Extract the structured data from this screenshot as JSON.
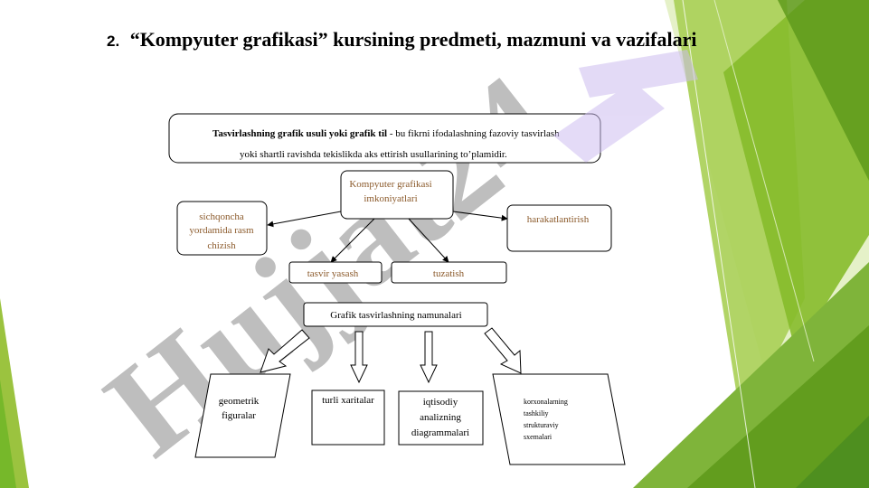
{
  "slide": {
    "title_number": "2.",
    "title_text": "“Kompyuter grafikasi” kursining predmeti, mazmuni va vazifalari"
  },
  "definition": {
    "bold": "Tasvirlashning grafik usuli yoki grafik til",
    "rest": " - bu fikrni ifodalashning fazoviy tasvirlash",
    "line2": "yoki shartli ravishda tekislikda aks ettirish usullarining to’plamidir."
  },
  "capabilities": {
    "title_line1": "Kompyuter grafikasi",
    "title_line2": "imkoniyatlari",
    "drawing_line1": "sichqoncha",
    "drawing_line2": "yordamida rasm",
    "drawing_line3": "chizish",
    "animation": "harakatlantirish",
    "create_image": "tasvir yasash",
    "edit": "tuzatish"
  },
  "samples": {
    "title": "Grafik tasvirlashning namunalari",
    "geometric_line1": "geometrik",
    "geometric_line2": "figuralar",
    "maps": "turli xaritalar",
    "econ_line1": "iqtisodiy",
    "econ_line2": "analizning",
    "econ_line3": "diagrammalari",
    "org_line1": "korxonalarning",
    "org_line2": "tashkiliy",
    "org_line3": "strukturaviy",
    "org_line4": "sxemalari"
  },
  "watermark": {
    "text": "Hujjat24"
  },
  "colors": {
    "box_text_brown": "#8b5a2b",
    "green_light": "#9bc33f",
    "green_mid": "#76b82a",
    "green_dark": "#4e8f1f",
    "watermark_gray": "#b3b3b3",
    "watermark_purple": "#cdbdf0"
  }
}
